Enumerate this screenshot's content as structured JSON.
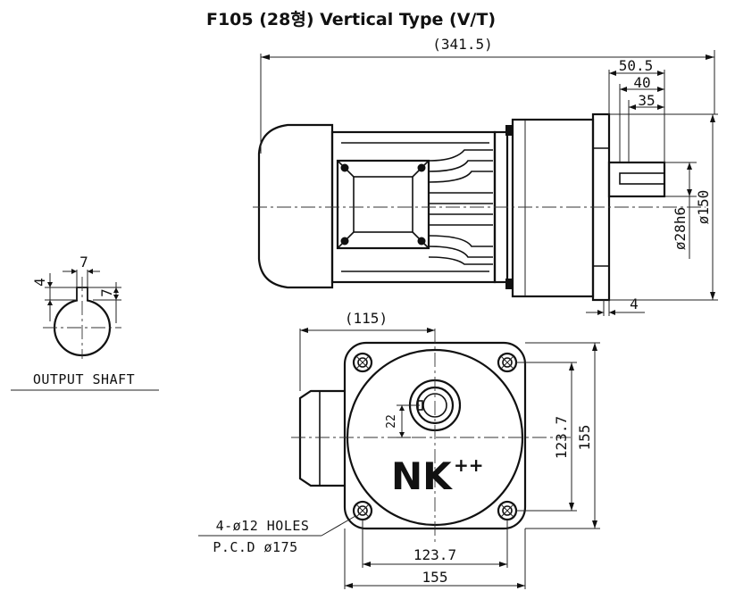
{
  "title": "F105 (28형) Vertical Type (V/T)",
  "brand": {
    "text": "NK",
    "mark": "++"
  },
  "side_view": {
    "overall_length": "(341.5)",
    "shaft_dims": [
      "50.5",
      "40",
      "35"
    ],
    "flange_thickness": "4",
    "shaft_diameter": "ø28h6",
    "flange_diameter": "ø150"
  },
  "front_view": {
    "offset": "(115)",
    "key_height": "22",
    "hole_spacing_v": "123.7",
    "flange_v": "155",
    "hole_spacing_h": "123.7",
    "flange_h": "155",
    "holes_note": "4-ø12 HOLES",
    "pcd_note": "P.C.D ø175"
  },
  "output_shaft": {
    "key_width": "7",
    "key_depth": "4",
    "key_side": "7",
    "label": "OUTPUT SHAFT"
  }
}
